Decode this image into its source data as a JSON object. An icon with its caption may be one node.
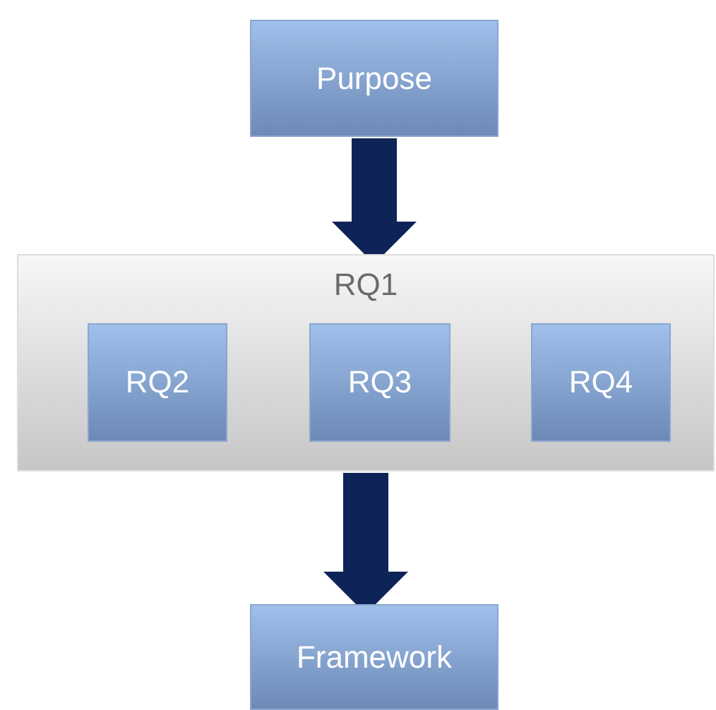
{
  "diagram": {
    "nodes": [
      {
        "text": [
          "Purpose"
        ]
      },
      {
        "text": [
          "RQ1"
        ]
      },
      {
        "text": [
          "RQ2"
        ],
        "in": 1
      },
      {
        "text": [
          "RQ3"
        ],
        "in": 1
      },
      {
        "text": [
          "RQ4"
        ],
        "in": 1
      },
      {
        "text": [
          "Framework"
        ]
      }
    ],
    "edges": [
      {
        "from": 0,
        "to": 1,
        "arrow": "to"
      },
      {
        "from": 1,
        "to": 5,
        "arrow": "to"
      }
    ]
  }
}
